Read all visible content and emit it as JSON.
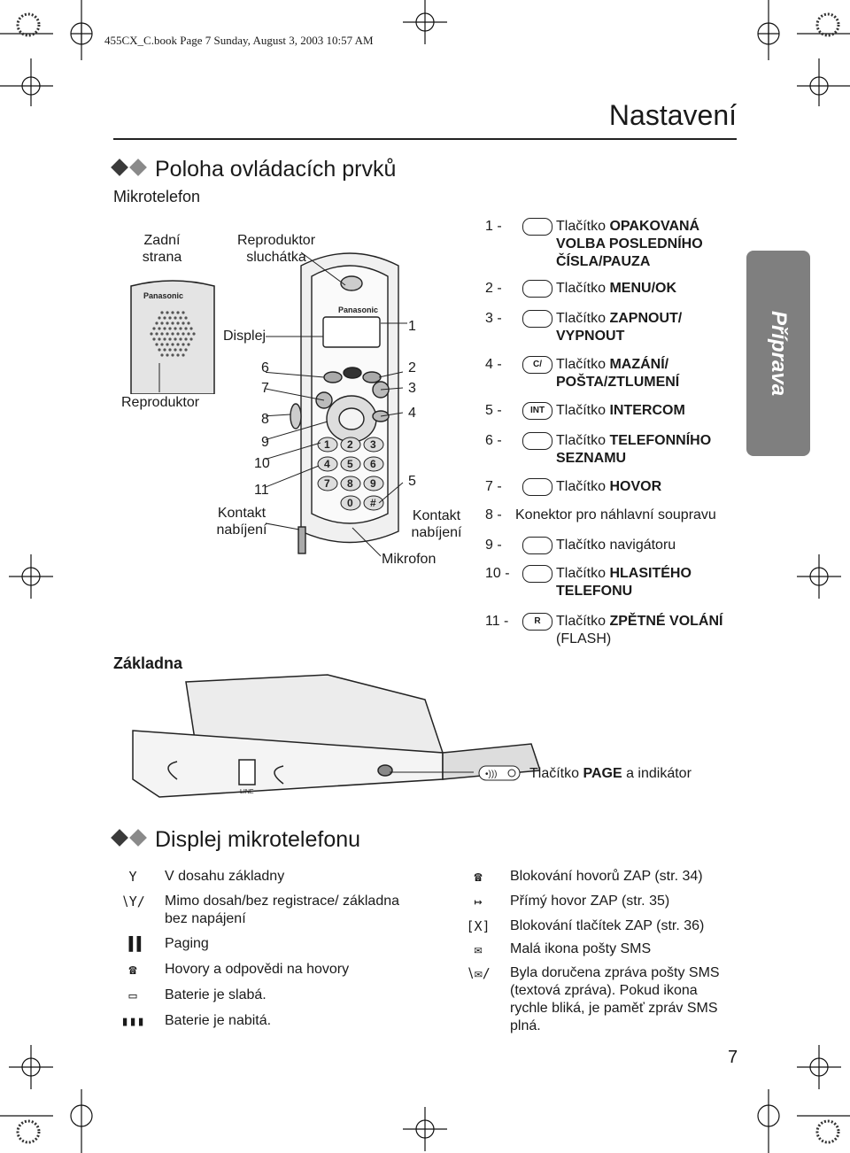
{
  "header": {
    "book_line": "455CX_C.book  Page 7  Sunday, August 3, 2003  10:57 AM"
  },
  "page_heading": "Nastavení",
  "section1": {
    "title": "Poloha ovládacích prvků",
    "subtitle": "Mikrotelefon"
  },
  "handset": {
    "back_label": "Zadní strana",
    "back_brand": "Panasonic",
    "speaker_label": "Reproduktor",
    "ear_label": "Reproduktor sluchátka",
    "display_label": "Displej",
    "brand": "Panasonic",
    "charge_left": "Kontakt nabíjení",
    "charge_right": "Kontakt nabíjení",
    "mic_label": "Mikrofon",
    "callouts_left": [
      "6",
      "7",
      "8",
      "9",
      "10",
      "11"
    ],
    "callouts_right": [
      "1",
      "2",
      "3",
      "4",
      "5"
    ],
    "keys": [
      "1",
      "2",
      "3",
      "4",
      "5",
      "6",
      "7",
      "8",
      "9",
      "0",
      "#"
    ]
  },
  "items": [
    {
      "num": "1 -",
      "pre": "Tlačítko ",
      "bold": "OPAKOVANÁ VOLBA POSLEDNÍHO ČÍSLA/PAUZA",
      "icon": "redial-icon"
    },
    {
      "num": "2 -",
      "pre": "Tlačítko ",
      "bold": "MENU/OK",
      "icon": "menu-icon"
    },
    {
      "num": "3 -",
      "pre": "Tlačítko ",
      "bold": "ZAPNOUT/ VYPNOUT",
      "icon": "power-icon"
    },
    {
      "num": "4 -",
      "pre": "Tlačítko ",
      "bold": "MAZÁNÍ/ POŠTA/ZTLUMENÍ",
      "icon": "clear-mail-icon",
      "icon_text": "C/"
    },
    {
      "num": "5 -",
      "pre": "Tlačítko ",
      "bold": "INTERCOM",
      "icon": "intercom-icon",
      "icon_text": "INT"
    },
    {
      "num": "6 -",
      "pre": "Tlačítko ",
      "bold": "TELEFONNÍHO SEZNAMU",
      "icon": "phonebook-icon"
    },
    {
      "num": "7 -",
      "pre": "Tlačítko ",
      "bold": "HOVOR",
      "icon": "talk-icon"
    },
    {
      "num": "8 -",
      "pre": "Konektor pro náhlavní soupravu",
      "bold": "",
      "icon": ""
    },
    {
      "num": "9 -",
      "pre": "Tlačítko navigátoru",
      "bold": "",
      "icon": "navigator-icon"
    },
    {
      "num": "10 -",
      "pre": "Tlačítko ",
      "bold": "HLASITÉHO TELEFONU",
      "icon": "speaker-icon"
    },
    {
      "num": "11 -",
      "pre": "Tlačítko ",
      "bold": "ZPĚTNÉ VOLÁNÍ",
      "post": " (FLASH)",
      "icon": "recall-icon",
      "icon_text": "R"
    }
  ],
  "side_tab": "Příprava",
  "base": {
    "label": "Základna",
    "line_label": "LINE",
    "page_pre": "Tlačítko ",
    "page_bold": "PAGE",
    "page_post": " a indikátor"
  },
  "section2": {
    "title": "Displej mikrotelefonu"
  },
  "legend_left": [
    {
      "icon": "antenna-icon",
      "text": "V dosahu základny"
    },
    {
      "icon": "antenna-flashing-icon",
      "text": "Mimo dosah/bez registrace/ základna bez napájení"
    },
    {
      "icon": "paging-icon",
      "text": "Paging"
    },
    {
      "icon": "handset-icon",
      "text": "Hovory a odpovědi na hovory"
    },
    {
      "icon": "battery-low-icon",
      "text": "Baterie je slabá."
    },
    {
      "icon": "battery-full-icon",
      "text": "Baterie je nabitá."
    }
  ],
  "legend_right": [
    {
      "icon": "call-block-icon",
      "text": "Blokování hovorů ZAP (str. 34)"
    },
    {
      "icon": "direct-call-icon",
      "text": "Přímý hovor ZAP (str. 35)"
    },
    {
      "icon": "key-lock-icon",
      "text": "Blokování tlačítek ZAP (str. 36)",
      "glyph": "[X]"
    },
    {
      "icon": "mail-icon",
      "text": "Malá ikona pošty SMS"
    },
    {
      "icon": "mail-flashing-icon",
      "text": "Byla doručena zpráva pošty SMS (textová zpráva). Pokud ikona rychle bliká, je paměť zpráv SMS plná."
    }
  ],
  "page_number": "7"
}
